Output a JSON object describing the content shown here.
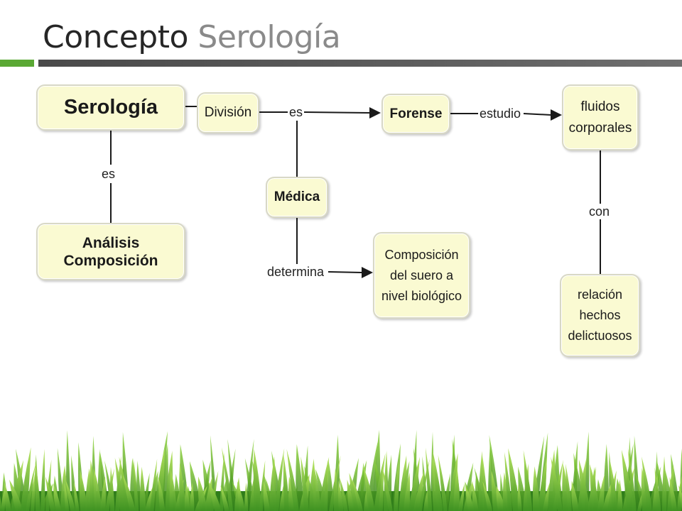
{
  "slide": {
    "title_main": "Concepto",
    "title_accent": "Serología"
  },
  "colors": {
    "node_fill": "#fafad2",
    "node_border": "#d8d8c6",
    "line": "#1a1a1a",
    "green_bar": "#5aa834",
    "grass_dark": "#2f7d1a",
    "grass_light": "#7cc832"
  },
  "concept_map": {
    "nodes": {
      "serologia": "Serología",
      "analisis": "Análisis\nComposición",
      "division": "División",
      "medica": "Médica",
      "forense": "Forense",
      "composicion": "Composición\ndel suero a\nnivel biológico",
      "fluidos": "fluidos\ncorporales",
      "relacion": "relación\nhechos\ndelictuosos"
    },
    "link_labels": {
      "serologia_es": "es",
      "division_es": "es",
      "determina": "determina",
      "estudio": "estudio",
      "con": "con"
    }
  }
}
